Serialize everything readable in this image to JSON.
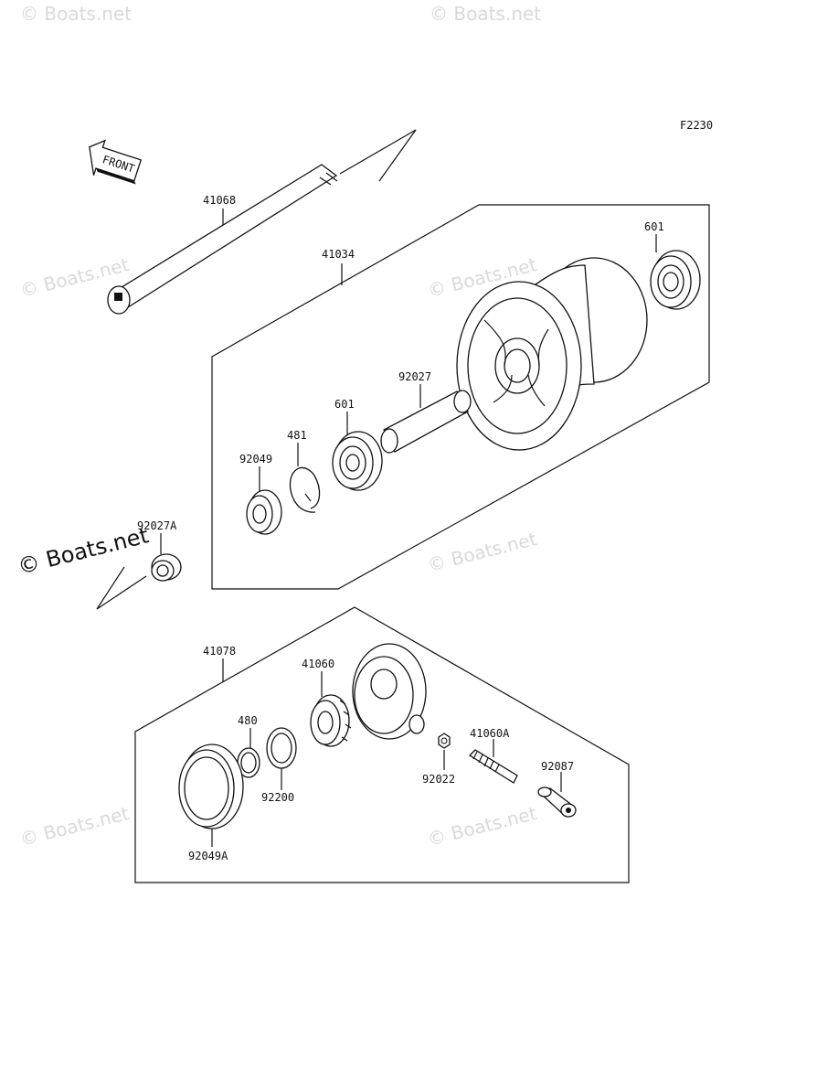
{
  "diagram_code": "F2230",
  "front_label": "FRONT",
  "watermark": "© Boats.net",
  "parts": {
    "axle": "41068",
    "hub_assembly": "41034",
    "bearing_right": "601",
    "bearing_left": "601",
    "spacer_tube": "92027",
    "circlip": "481",
    "seal_left": "92049",
    "collar": "92027A",
    "gear_housing": "41078",
    "speedo_gear": "41060",
    "snap_ring": "480",
    "washer": "92200",
    "seal_housing": "92049A",
    "nut": "92022",
    "pinion": "41060A",
    "bushing": "92087"
  }
}
